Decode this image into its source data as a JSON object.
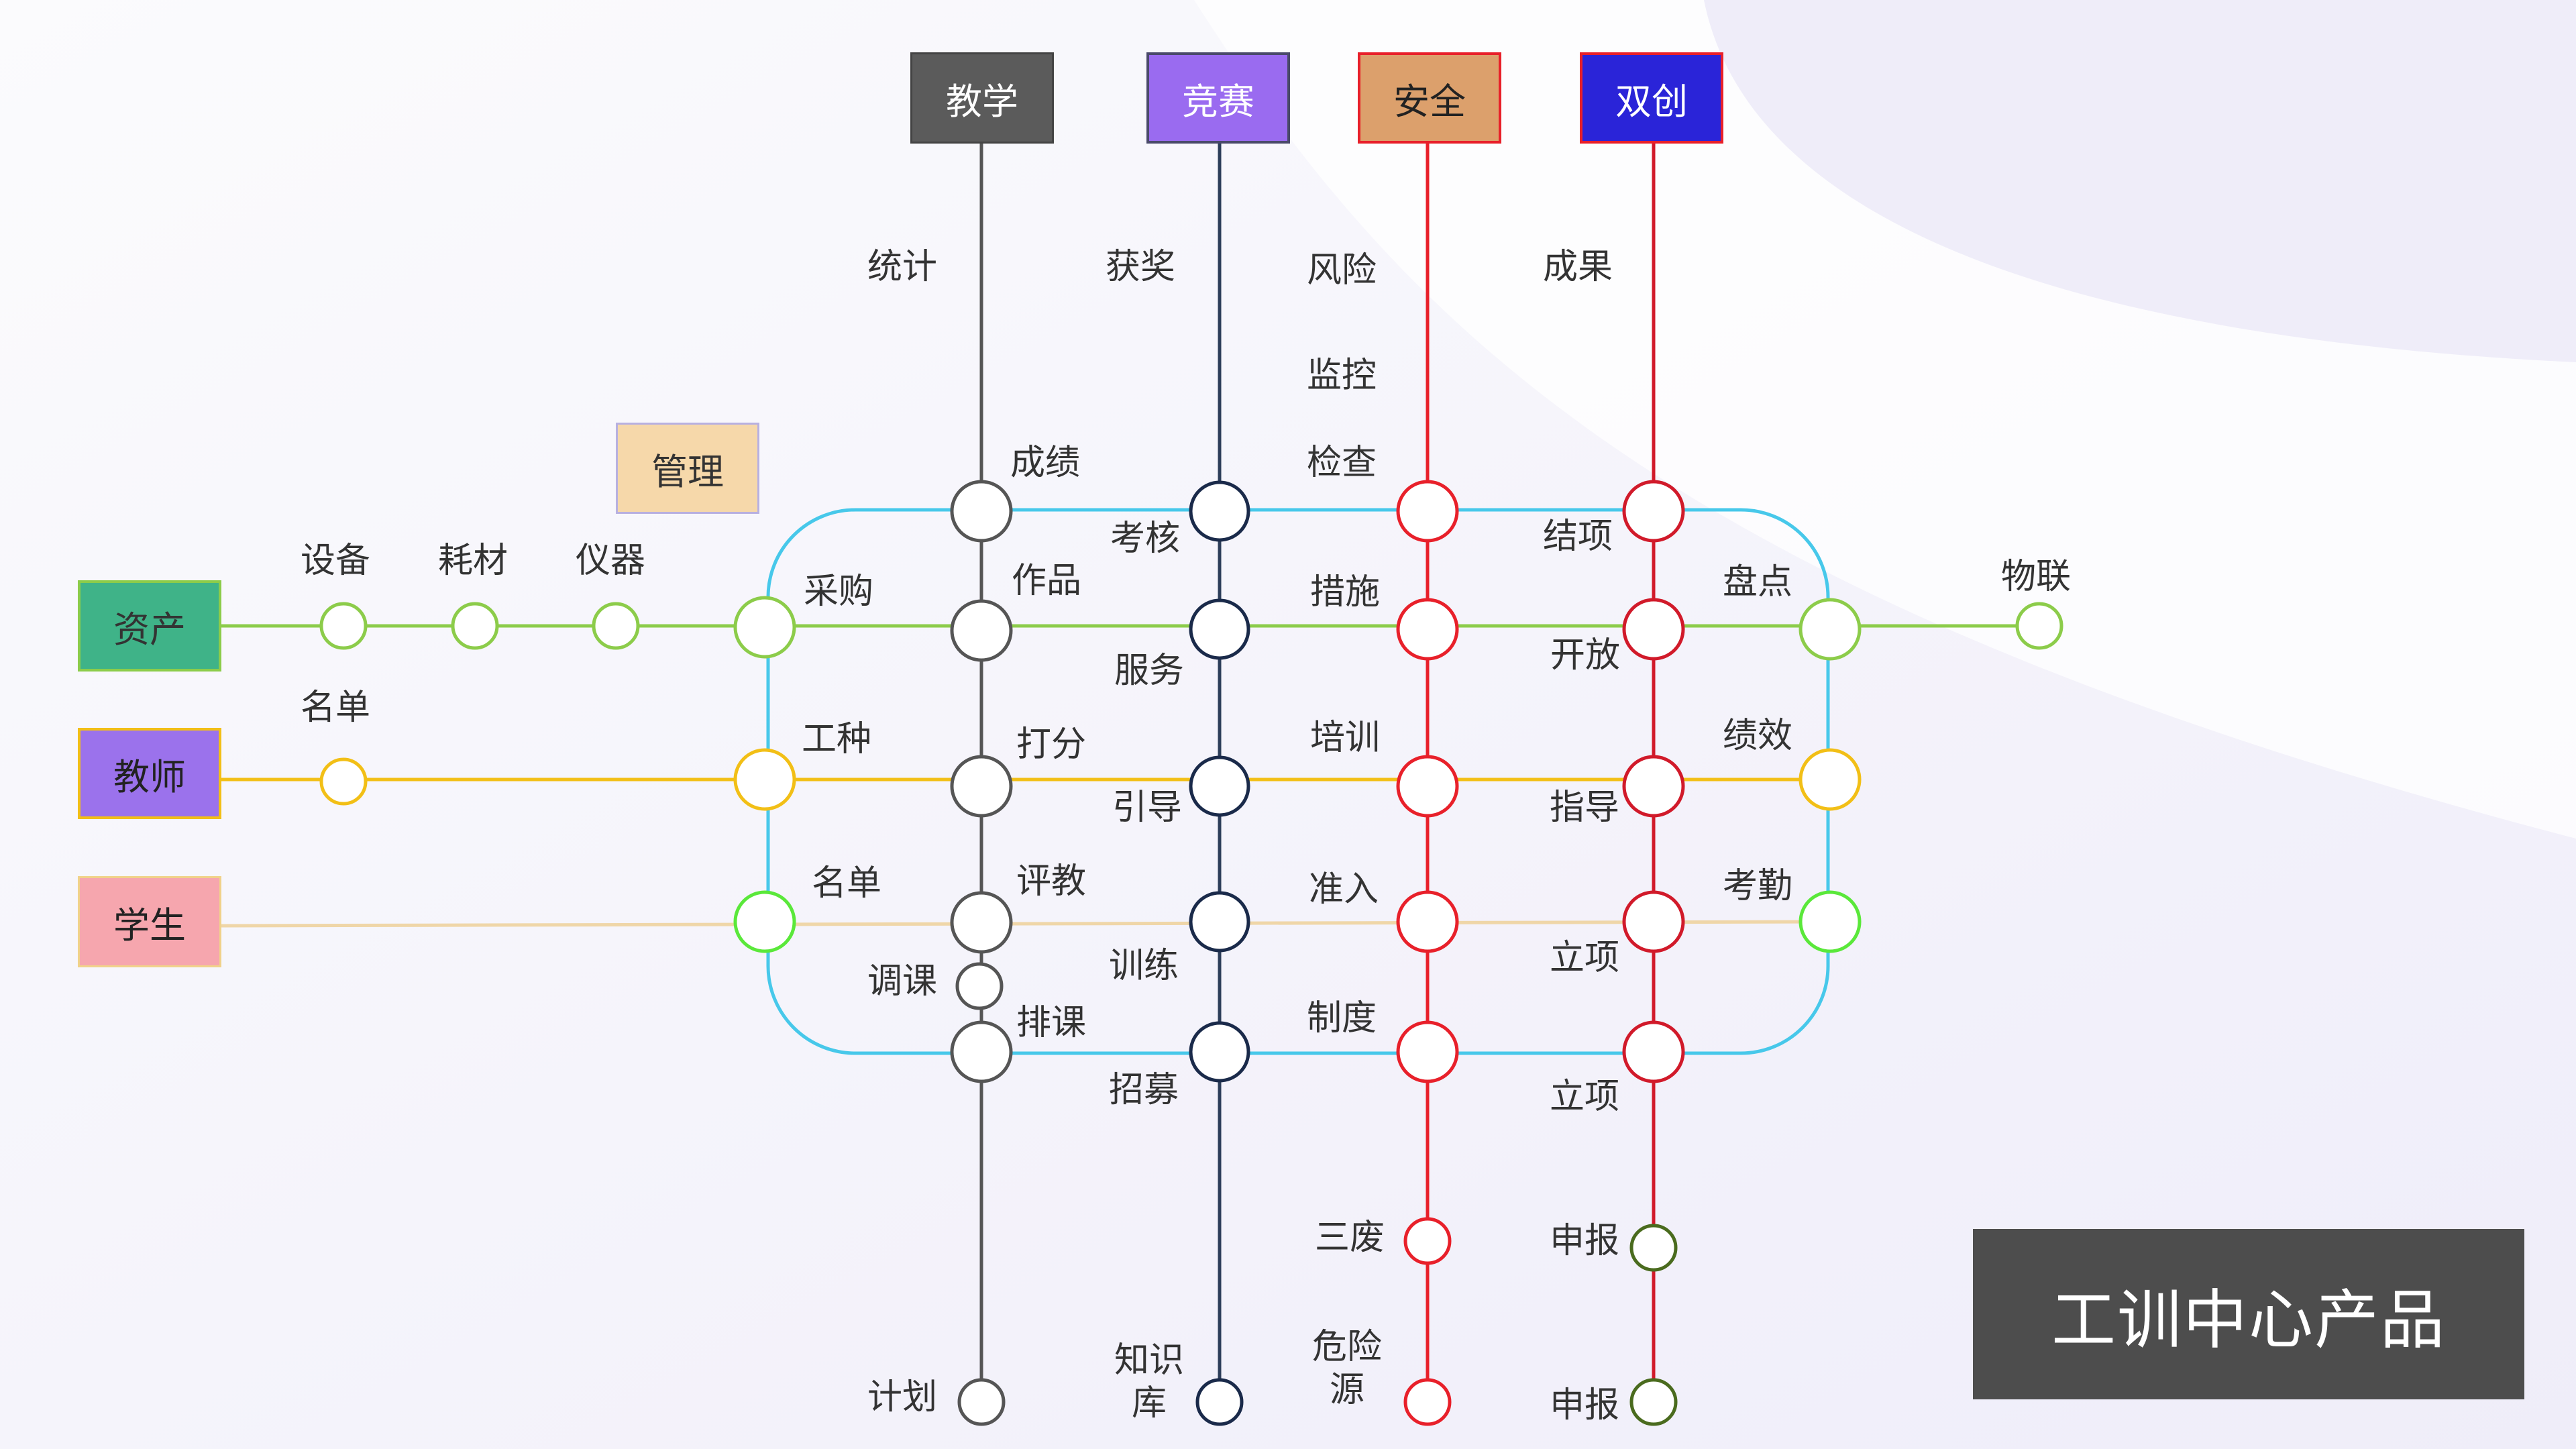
{
  "title": "工训中心产品",
  "colors": {
    "teaching": "#555555",
    "competition": "#2d3e5a",
    "safety": "#e8202a",
    "innovation": "#d11a2a",
    "assets": "#8ccc4a",
    "teachers": "#f2bf16",
    "students": "#efd6a8",
    "loop": "#47c8ea"
  },
  "columns": {
    "teaching": "教学",
    "competition": "竞赛",
    "safety": "安全",
    "innovation": "双创"
  },
  "rows": {
    "assets": "资产",
    "teachers": "教师",
    "students": "学生"
  },
  "management": "管理",
  "labels": {
    "tongji": "统计",
    "chengji": "成绩",
    "zuopin": "作品",
    "dafen": "打分",
    "pingjiao": "评教",
    "tiaoke": "调课",
    "paike": "排课",
    "jihua": "计划",
    "huojiang": "获奖",
    "kaohe": "考核",
    "fuwu": "服务",
    "yindao": "引导",
    "xunlian": "训练",
    "zhaomu": "招募",
    "zhishiku": "知识\n库",
    "fengxian": "风险",
    "jiankong": "监控",
    "jiancha": "检查",
    "cuoshi": "措施",
    "peixun": "培训",
    "zhunru": "准入",
    "zhidu": "制度",
    "sanfei": "三废",
    "weixianyuan": "危险\n源",
    "chengguo": "成果",
    "jiexiang": "结项",
    "kaifang": "开放",
    "zhidao": "指导",
    "lixiang1": "立项",
    "lixiang2": "立项",
    "shenbao1": "申报",
    "shenbao2": "申报",
    "shebei": "设备",
    "haocai": "耗材",
    "yiqi": "仪器",
    "caigou": "采购",
    "pandian": "盘点",
    "wulian": "物联",
    "mingdan1": "名单",
    "gongzhong": "工种",
    "jixiao": "绩效",
    "mingdan2": "名单",
    "kaoqin": "考勤"
  }
}
